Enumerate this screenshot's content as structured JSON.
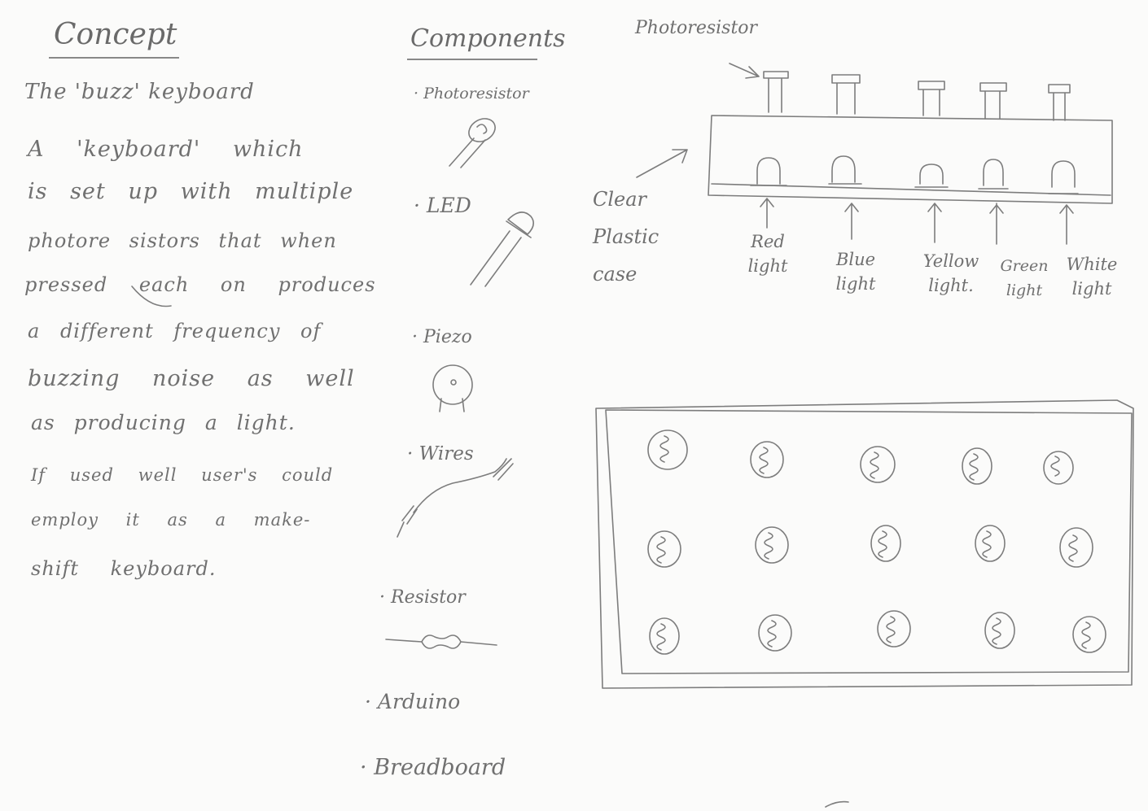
{
  "concept": {
    "heading": "Concept",
    "subtitle": "The 'buzz' keyboard",
    "lines": [
      "A 'keyboard' which",
      "is set up with multiple",
      "photore sistors that when",
      "pressed each on produces",
      "a different frequency of",
      "buzzing noise as well",
      "as producing a light.",
      "If used well user's could",
      "employ it as a make-",
      "shift keyboard."
    ]
  },
  "components": {
    "heading": "Components",
    "items": [
      "Photoresistor",
      "LED",
      "Piezo",
      "Wires",
      "Resistor",
      "Arduino",
      "Breadboard"
    ]
  },
  "side_diagram": {
    "photoresistor_label": "Photoresistor",
    "case_label": [
      "Clear",
      "Plastic",
      "case"
    ],
    "lights": [
      [
        "Red",
        "light"
      ],
      [
        "Blue",
        "light"
      ],
      [
        "Yellow",
        "light."
      ],
      [
        "Green",
        "light"
      ],
      [
        "White",
        "light"
      ]
    ]
  },
  "top_view": {
    "rows": 3,
    "columns": 5
  },
  "colors": {
    "paper": "#fbfbfa",
    "pencil": "#7a7a7a"
  }
}
